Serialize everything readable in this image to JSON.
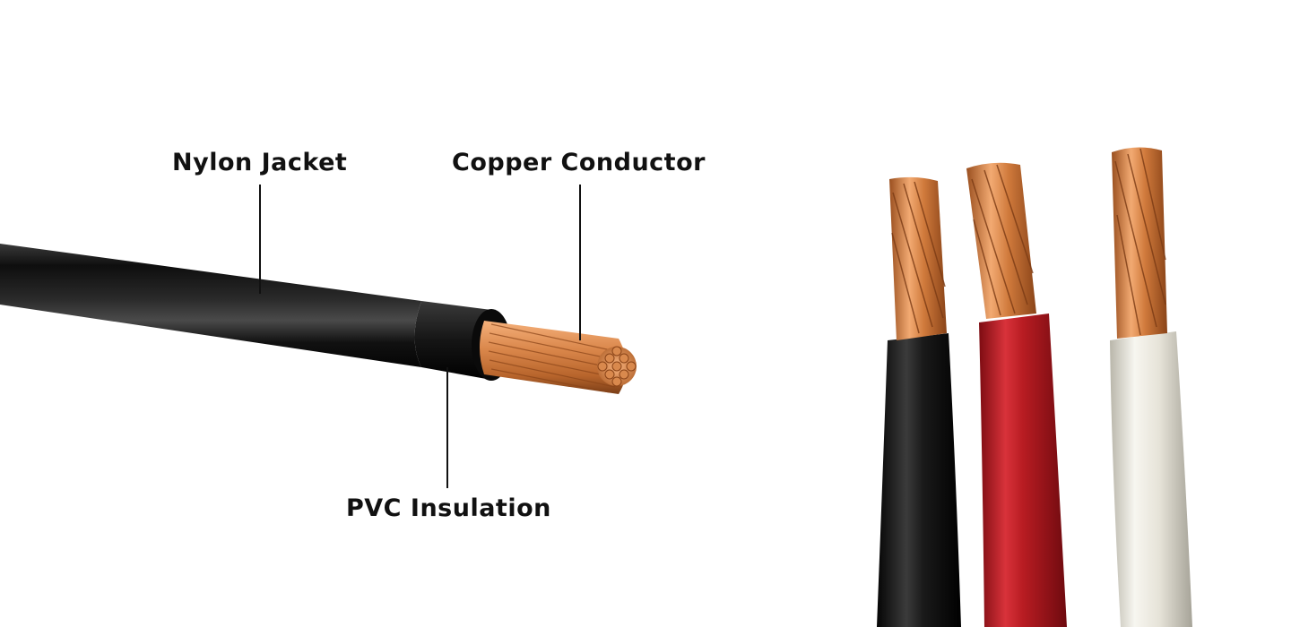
{
  "labels": {
    "nylon_jacket": "Nylon Jacket",
    "copper_conductor": "Copper Conductor",
    "pvc_insulation": "PVC Insulation"
  },
  "colors": {
    "background": "#ffffff",
    "label_text": "#111111",
    "jacket": "#1a1a1a",
    "copper": "#c97a3e",
    "copper_light": "#f0a26a",
    "wire_black": "#1b1b1b",
    "wire_red": "#b81c22",
    "wire_white": "#e8e6de"
  },
  "wires": [
    {
      "name": "black-wire",
      "color": "#1b1b1b"
    },
    {
      "name": "red-wire",
      "color": "#b81c22"
    },
    {
      "name": "white-wire",
      "color": "#e8e6de"
    }
  ]
}
